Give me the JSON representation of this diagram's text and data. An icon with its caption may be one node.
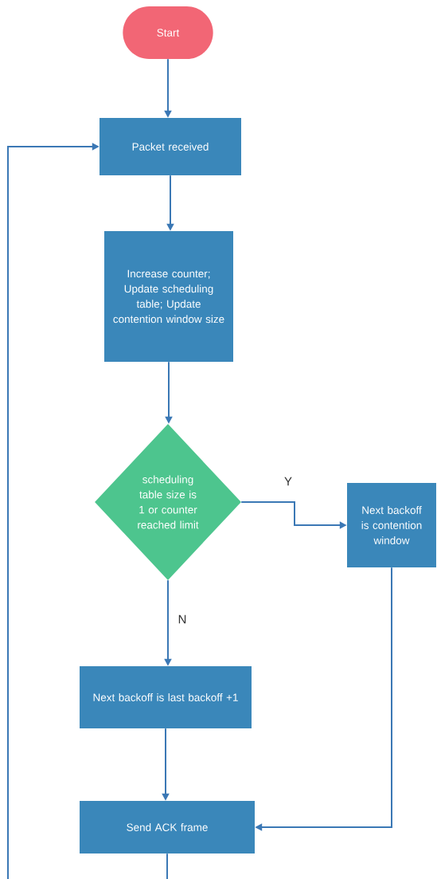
{
  "diagram": {
    "nodes": [
      {
        "text": [
          "Start"
        ]
      },
      {
        "text": [
          "Packet received"
        ]
      },
      {
        "text": [
          "Increase counter; Update scheduling table; Update contention window size"
        ]
      },
      {
        "text": [
          "scheduling table size is 1 or counter reached limit"
        ]
      },
      {
        "text": [
          "Next backoff is contention window"
        ]
      },
      {
        "text": [
          "Next backoff is last backoff +1"
        ]
      },
      {
        "text": [
          "Send ACK frame"
        ]
      }
    ],
    "edges": [
      {
        "from": 0,
        "to": 1,
        "arrow": "to"
      },
      {
        "from": 1,
        "to": 2,
        "arrow": "to"
      },
      {
        "from": 2,
        "to": 3,
        "arrow": "to"
      },
      {
        "from": 3,
        "to": 4,
        "arrow": "to",
        "label": "Y"
      },
      {
        "from": 3,
        "to": 5,
        "arrow": "to",
        "label": "N"
      },
      {
        "from": 4,
        "to": 6,
        "arrow": "to"
      },
      {
        "from": 5,
        "to": 6,
        "arrow": "to"
      },
      {
        "from": 6,
        "to": 1,
        "arrow": "to"
      }
    ]
  }
}
